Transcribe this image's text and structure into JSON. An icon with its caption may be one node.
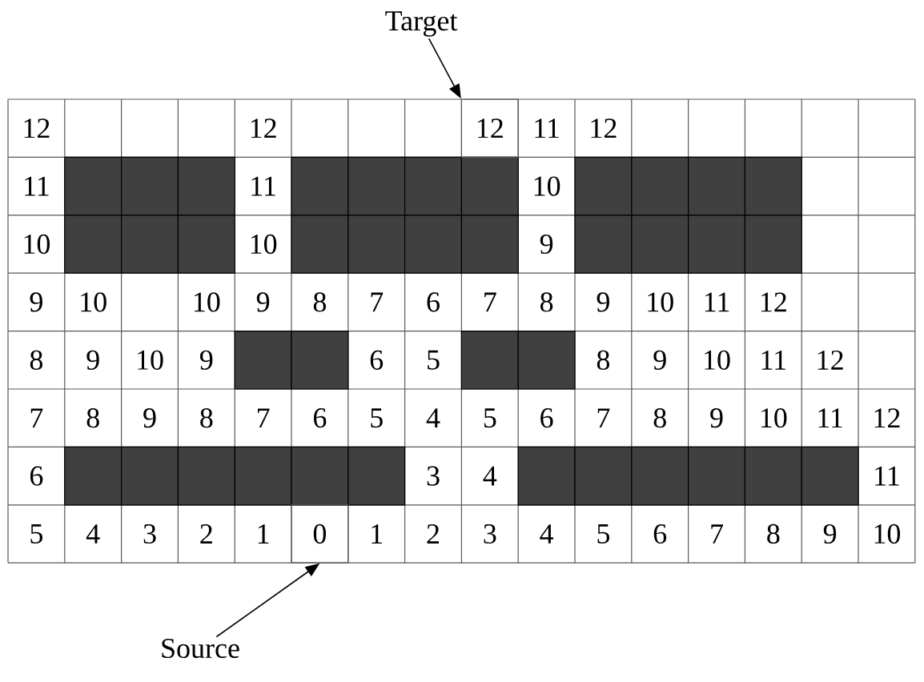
{
  "diagram": {
    "nodes": [
      {
        "text": [
          "Target"
        ]
      },
      {
        "text": [
          "12"
        ]
      },
      {
        "text": [
          "0"
        ]
      },
      {
        "text": [
          "Source"
        ]
      }
    ],
    "edges": [
      {
        "from": 0,
        "to": 1,
        "arrow": "to"
      },
      {
        "from": 3,
        "to": 2,
        "arrow": "to"
      }
    ],
    "labels": [
      "12",
      "12",
      "11",
      "12",
      "11",
      "11",
      "10",
      "10",
      "10",
      "9",
      "9",
      "10",
      "10",
      "9",
      "8",
      "7",
      "6",
      "7",
      "8",
      "9",
      "10",
      "11",
      "12",
      "8",
      "9",
      "10",
      "9",
      "6",
      "5",
      "8",
      "9",
      "10",
      "11",
      "12",
      "7",
      "8",
      "9",
      "8",
      "7",
      "6",
      "5",
      "4",
      "5",
      "6",
      "7",
      "8",
      "9",
      "10",
      "11",
      "12",
      "6",
      "3",
      "4",
      "11",
      "5",
      "4",
      "3",
      "2",
      "1",
      "1",
      "2",
      "3",
      "4",
      "5",
      "6",
      "7",
      "8",
      "9",
      "10"
    ]
  }
}
